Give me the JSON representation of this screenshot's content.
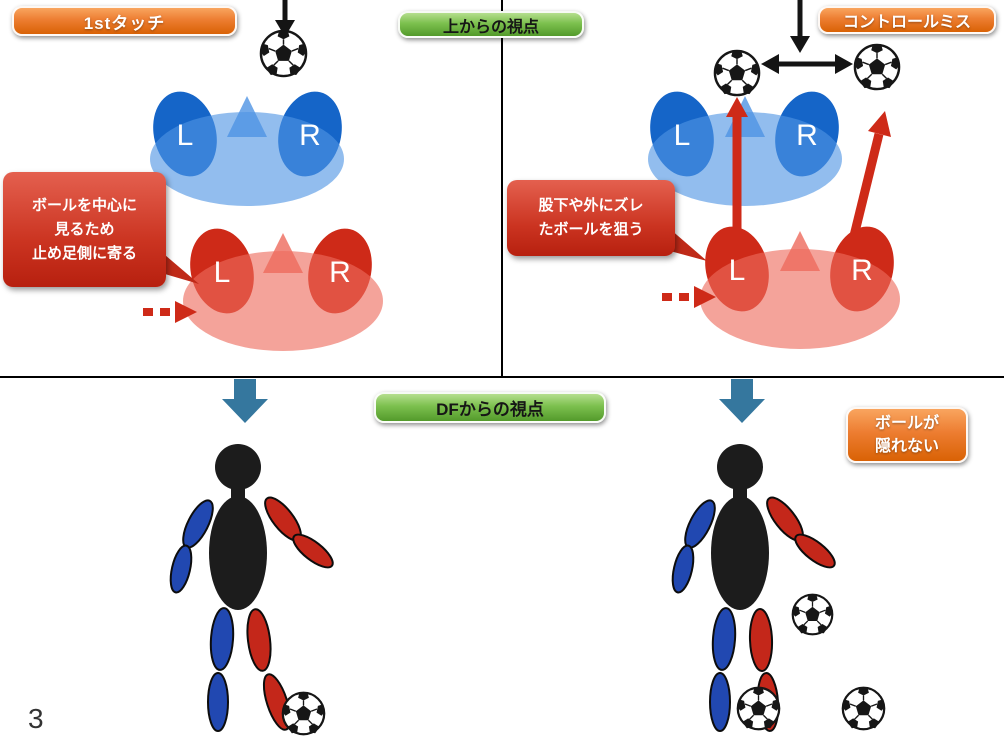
{
  "page_number": "3",
  "tags": {
    "first_touch": "1stタッチ",
    "top_view": "上からの視点",
    "control_miss": "コントロールミス",
    "df_view": "DFからの視点",
    "ball_not_hidden": {
      "line1": "ボールが",
      "line2": "隠れない"
    }
  },
  "callouts": {
    "left": {
      "line1": "ボールを中心に",
      "line2": "見るため",
      "line3": "止め足側に寄る"
    },
    "right": {
      "line1": "股下や外にズレ",
      "line2": "たボールを狙う"
    }
  },
  "foot_labels": {
    "left": "L",
    "right": "R"
  },
  "colors": {
    "orange_tag": "#ED7D31",
    "green_tag": "#6DB344",
    "blue_player_foot": "#1565C8",
    "blue_player_body": "#4F94E3",
    "red_player_foot": "#CE2A18",
    "red_player_body": "#EE6A5C",
    "callout_red": "#CB3421",
    "block_arrow_teal": "#35779E",
    "figure_black": "#1C1C1C",
    "limb_blue": "#2148B1",
    "limb_red": "#C4271A"
  }
}
